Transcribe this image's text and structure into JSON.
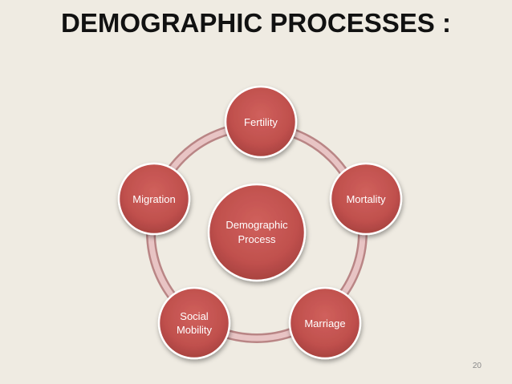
{
  "slide": {
    "title": "DEMOGRAPHIC PROCESSES :",
    "page_number": "20"
  },
  "diagram": {
    "center": {
      "label_lines": [
        "Demographic",
        "Process"
      ]
    },
    "nodes": [
      {
        "label_lines": [
          "Fertility"
        ]
      },
      {
        "label_lines": [
          "Mortality"
        ]
      },
      {
        "label_lines": [
          "Marriage"
        ]
      },
      {
        "label_lines": [
          "Social",
          "Mobility"
        ]
      },
      {
        "label_lines": [
          "Migration"
        ]
      }
    ],
    "colors": {
      "node_fill": "#c0504d",
      "node_stroke": "#ffffff",
      "ring": "#dfa9a9",
      "background": "#efebe2"
    }
  }
}
